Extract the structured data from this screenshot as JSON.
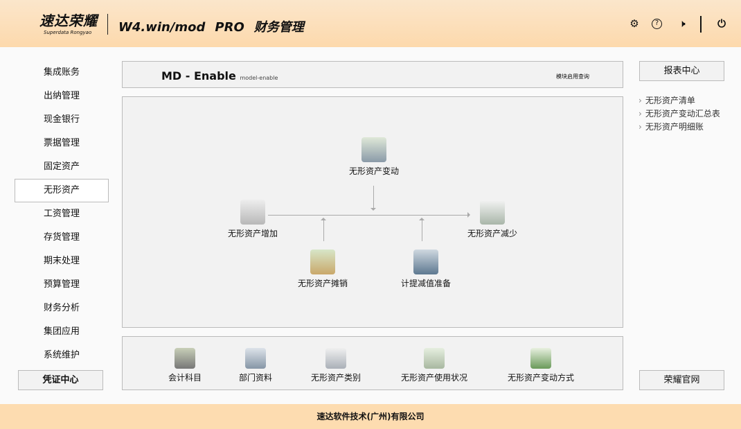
{
  "header": {
    "logo_cn": "速达荣耀",
    "logo_en": "Superdata Rongyao",
    "product": "W4.win/mod",
    "edition": "PRO",
    "module": "财务管理"
  },
  "sidebar": {
    "items": [
      "集成账务",
      "出纳管理",
      "现金银行",
      "票据管理",
      "固定资产",
      "无形资产",
      "工资管理",
      "存货管理",
      "期末处理",
      "预算管理",
      "财务分析",
      "集团应用",
      "系统维护"
    ],
    "active": "无形资产",
    "voucher_button": "凭证中心"
  },
  "panel": {
    "title": "MD - Enable",
    "subtitle": "model-enable",
    "query": "模块启用查询"
  },
  "flow": {
    "change": "无形资产变动",
    "increase": "无形资产增加",
    "decrease": "无形资产减少",
    "amortize": "无形资产摊销",
    "impairment": "计提减值准备"
  },
  "basics": [
    "会计科目",
    "部门资料",
    "无形资产类别",
    "无形资产使用状况",
    "无形资产变动方式"
  ],
  "right": {
    "report_button": "报表中心",
    "links": [
      "无形资产清单",
      "无形资产变动汇总表",
      "无形资产明细账"
    ],
    "website_button": "荣耀官网"
  },
  "footer": "速达软件技术(广州)有限公司"
}
